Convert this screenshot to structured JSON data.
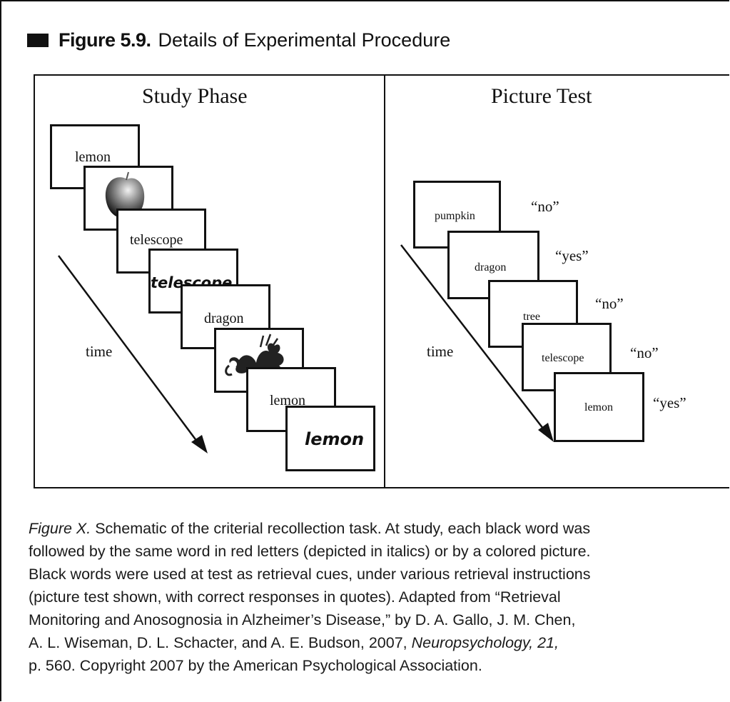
{
  "figure": {
    "label": "Figure 5.9.",
    "title": "Details of Experimental Procedure"
  },
  "study_phase": {
    "title": "Study Phase",
    "time_label": "time",
    "cards": [
      {
        "kind": "word",
        "text": "lemon"
      },
      {
        "kind": "picture",
        "icon": "apple-picture"
      },
      {
        "kind": "word",
        "text": "telescope"
      },
      {
        "kind": "red-word",
        "text": "telescope"
      },
      {
        "kind": "word",
        "text": "dragon"
      },
      {
        "kind": "picture",
        "icon": "dragon-picture"
      },
      {
        "kind": "word",
        "text": "lemon"
      },
      {
        "kind": "red-word",
        "text": "lemon"
      }
    ]
  },
  "picture_test": {
    "title": "Picture Test",
    "time_label": "time",
    "cards": [
      {
        "text": "pumpkin",
        "response": "“no”"
      },
      {
        "text": "dragon",
        "response": "“yes”"
      },
      {
        "text": "tree",
        "response": "“no”"
      },
      {
        "text": "telescope",
        "response": "“no”"
      },
      {
        "text": "lemon",
        "response": "“yes”"
      }
    ]
  },
  "caption": {
    "lead": "Figure X.",
    "line1": " Schematic of the criterial recollection task. At study, each black word was",
    "line2": "followed by the same word in red letters (depicted in italics) or by a colored picture.",
    "line3": "Black words were used at test as retrieval cues, under various retrieval instructions",
    "line4": "(picture test shown, with correct responses in quotes). Adapted from “Retrieval",
    "line5": "Monitoring and Anosognosia in Alzheimer’s Disease,” by D. A. Gallo, J. M. Chen,",
    "line6a": "A. L. Wiseman, D. L. Schacter, and A. E. Budson, 2007, ",
    "journal": "Neuropsychology, 21,",
    "line7": "p. 560. Copyright 2007 by the American Psychological Association."
  }
}
